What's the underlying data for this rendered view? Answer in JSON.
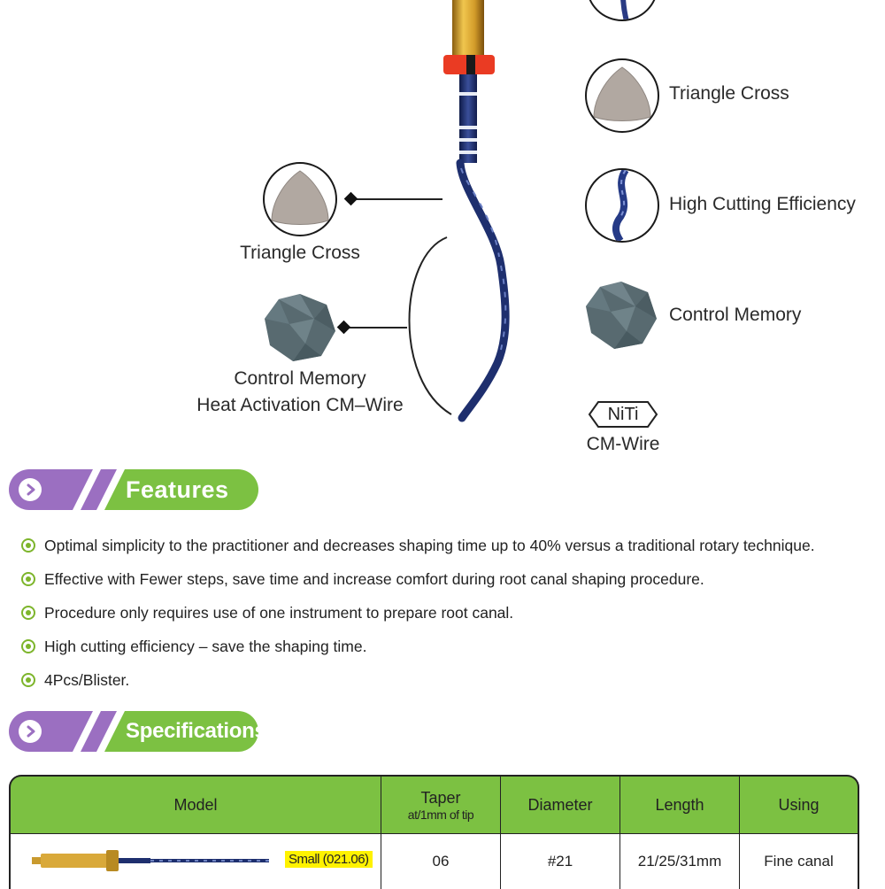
{
  "diagram": {
    "left_labels": {
      "triangle_cross": "Triangle Cross",
      "control_memory": "Control Memory",
      "heat_activation": "Heat Activation CM–Wire"
    },
    "right_labels": {
      "triangle_cross": "Triangle Cross",
      "high_cutting": "High Cutting Efficiency",
      "control_memory": "Control Memory"
    },
    "niti": {
      "badge": "NiTi",
      "caption": "CM-Wire"
    }
  },
  "features": {
    "title": "Features",
    "items": [
      "Optimal simplicity to the practitioner and decreases shaping time up to 40% versus a traditional rotary technique.",
      "Effective with Fewer steps, save time and increase comfort during root canal shaping procedure.",
      "Procedure only requires use of one instrument to prepare root canal.",
      "High cutting efficiency – save the shaping time.",
      "4Pcs/Blister."
    ]
  },
  "specifications": {
    "title": "Specifications",
    "headers": {
      "model": "Model",
      "taper": "Taper",
      "taper_sub": "at/1mm of tip",
      "diameter": "Diameter",
      "length": "Length",
      "using": "Using"
    },
    "rows": [
      {
        "model": "Small (021.06)",
        "taper": "06",
        "diameter": "#21",
        "length": "21/25/31mm",
        "using": "Fine canal"
      }
    ]
  },
  "colors": {
    "purple": "#9b6fc1",
    "green": "#7cc142",
    "highlight": "#fff200",
    "file_blue": "#1e2f6e",
    "gold": "#c99a2e"
  }
}
